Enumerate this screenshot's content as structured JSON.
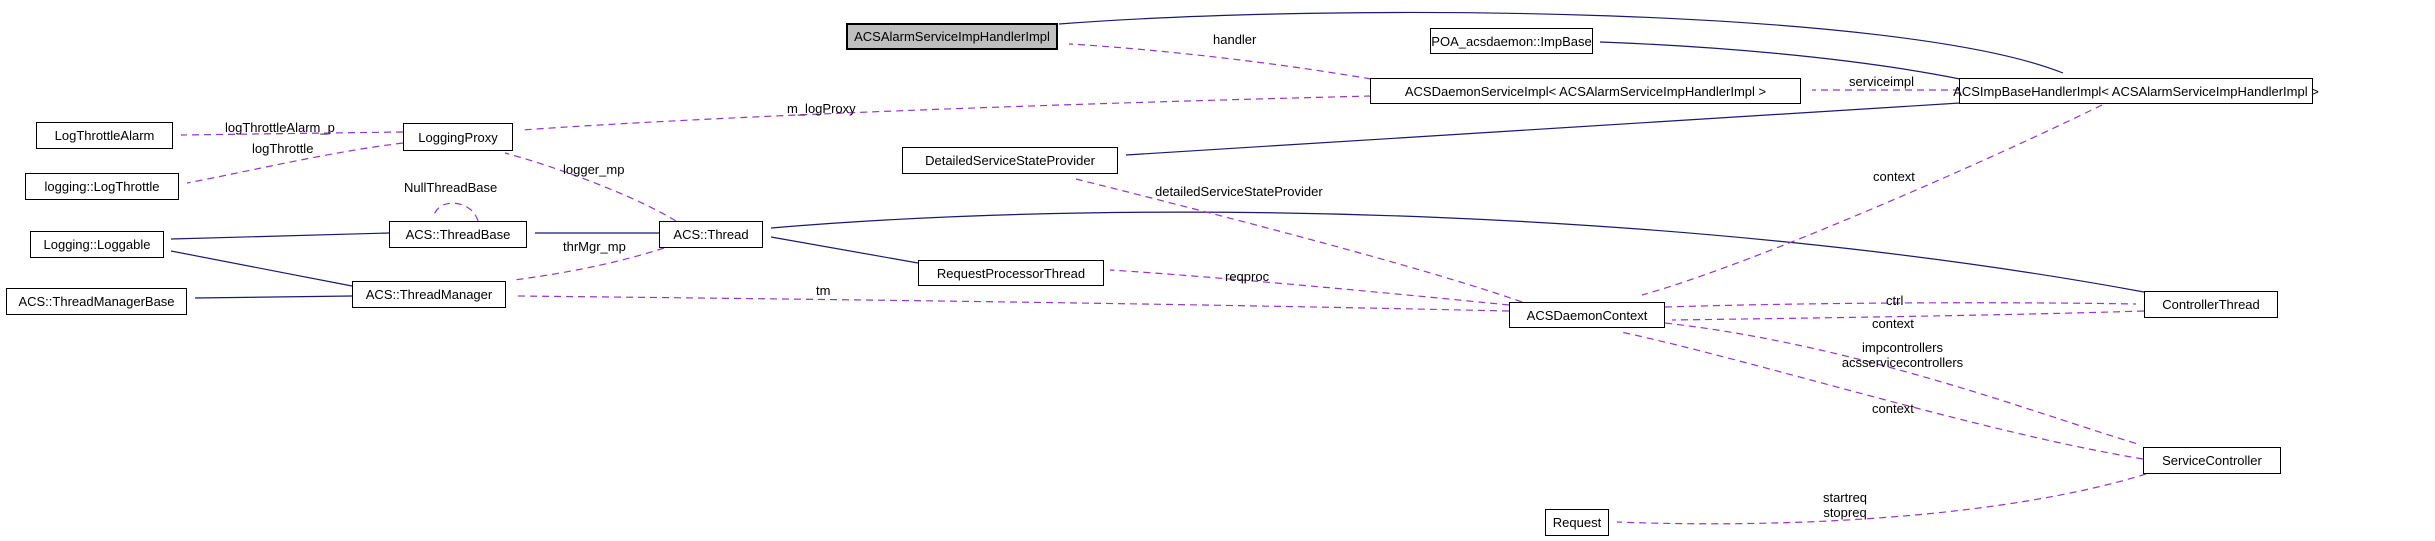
{
  "diagram": {
    "kind": "collaboration-graph",
    "colors": {
      "inheritance_edge": "#191970",
      "usage_edge": "#9a32cd",
      "node_background": "#ffffff",
      "node_border": "#000000",
      "highlighted_node_background": "#bfbfbf",
      "canvas_background": "#ffffff"
    },
    "nodes": {
      "alarm_handler": {
        "label": "ACSAlarmServiceImpHandlerImpl",
        "highlighted": true
      },
      "poa_impbase": {
        "label": "POA_acsdaemon::ImpBase",
        "highlighted": false
      },
      "daemon_service_impl": {
        "label": "ACSDaemonServiceImpl< ACSAlarmServiceImpHandlerImpl >",
        "highlighted": false
      },
      "imp_base_handler_impl": {
        "label": "ACSImpBaseHandlerImpl< ACSAlarmServiceImpHandlerImpl >",
        "highlighted": false
      },
      "log_throttle_alarm": {
        "label": "LogThrottleAlarm",
        "highlighted": false
      },
      "logging_log_throttle": {
        "label": "logging::LogThrottle",
        "highlighted": false
      },
      "logging_proxy": {
        "label": "LoggingProxy",
        "highlighted": false
      },
      "logging_loggable": {
        "label": "Logging::Loggable",
        "highlighted": false
      },
      "acs_thread_base": {
        "label": "ACS::ThreadBase",
        "highlighted": false
      },
      "acs_thread_manager_base": {
        "label": "ACS::ThreadManagerBase",
        "highlighted": false
      },
      "acs_thread_manager": {
        "label": "ACS::ThreadManager",
        "highlighted": false
      },
      "acs_thread": {
        "label": "ACS::Thread",
        "highlighted": false
      },
      "detailed_service_state_provider": {
        "label": "DetailedServiceStateProvider",
        "highlighted": false
      },
      "request_processor_thread": {
        "label": "RequestProcessorThread",
        "highlighted": false
      },
      "acs_daemon_context": {
        "label": "ACSDaemonContext",
        "highlighted": false
      },
      "controller_thread": {
        "label": "ControllerThread",
        "highlighted": false
      },
      "service_controller": {
        "label": "ServiceController",
        "highlighted": false
      },
      "request": {
        "label": "Request",
        "highlighted": false
      }
    },
    "edge_labels": {
      "handler": "handler",
      "serviceimpl": "serviceimpl",
      "m_log_proxy": "m_logProxy",
      "log_throttle_alarm_p": "logThrottleAlarm_p",
      "log_throttle": "logThrottle",
      "logger_mp": "logger_mp",
      "null_thread_base": "NullThreadBase",
      "thr_mgr_mp": "thrMgr_mp",
      "tm": "tm",
      "reqproc": "reqproc",
      "detailed_service_state_provider": "detailedServiceStateProvider",
      "context_impbase": "context",
      "ctrl": "ctrl",
      "context_controller": "context",
      "impcontrollers": "impcontrollers",
      "acsservicecontrollers": "acsservicecontrollers",
      "context_servicecontroller": "context",
      "startreq": "startreq",
      "stopreq": "stopreq"
    }
  }
}
